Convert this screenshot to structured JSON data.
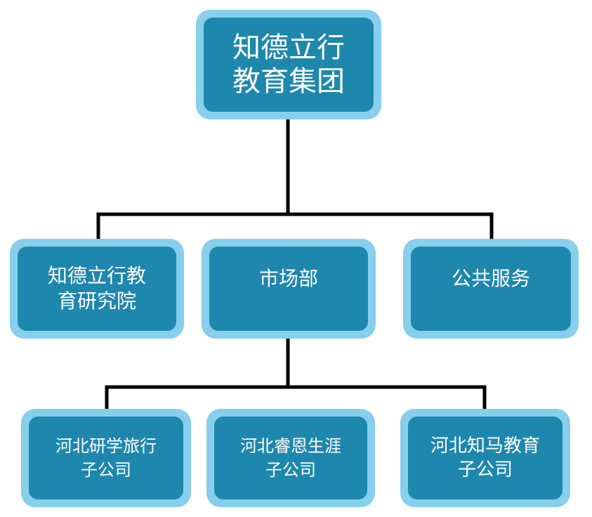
{
  "org_chart": {
    "root": {
      "line1": "知德立行",
      "line2": "教育集团"
    },
    "level2": {
      "institute": {
        "line1": "知德立行教",
        "line2": "育研究院"
      },
      "marketing": {
        "line1": "市场部"
      },
      "public_service": {
        "line1": "公共服务"
      }
    },
    "level3": {
      "study_travel": {
        "line1": "河北研学旅行",
        "line2": "子公司"
      },
      "career": {
        "line1": "河北睿恩生涯",
        "line2": "子公司"
      },
      "zhima": {
        "line1": "河北知马教育",
        "line2": "子公司"
      }
    }
  },
  "colors": {
    "box_outer": "#87cfec",
    "box_inner": "#1e87ae",
    "text": "#ffffff",
    "connector": "#000000"
  }
}
